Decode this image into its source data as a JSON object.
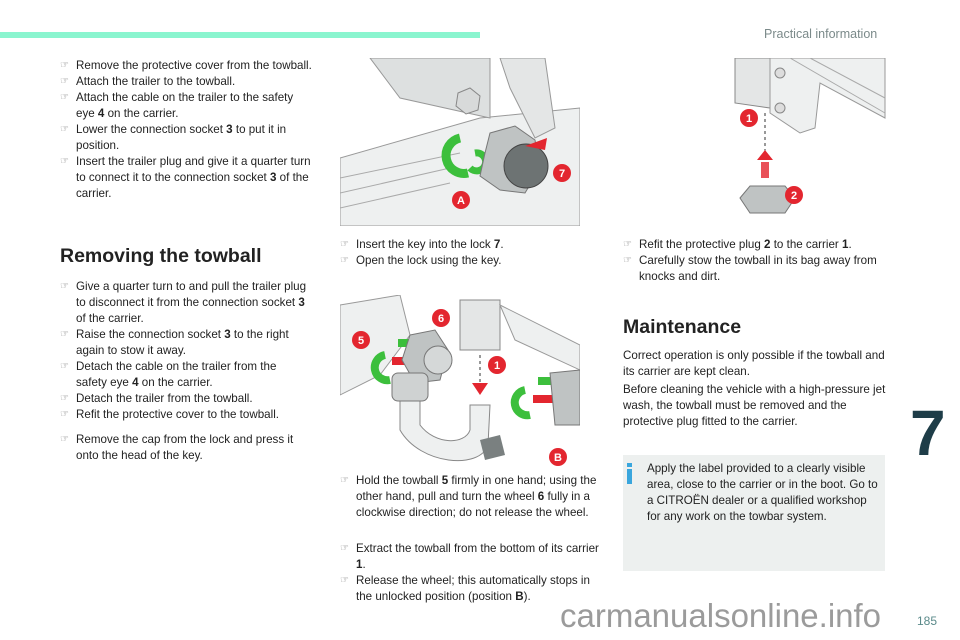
{
  "header": {
    "section_title": "Practical information",
    "accent_color": "#8af5cf"
  },
  "col1": {
    "steps_top": [
      {
        "html": "Remove the protective cover from the towball."
      },
      {
        "html": "Attach the trailer to the towball."
      },
      {
        "html": "Attach the cable on the trailer to the safety eye <b>4</b> on the carrier."
      },
      {
        "html": "Lower the connection socket <b>3</b> to put it in position."
      },
      {
        "html": "Insert the trailer plug and give it a quarter turn to connect it to the connection socket <b>3</b> of the carrier."
      }
    ],
    "heading": "Removing the towball",
    "steps_removing": [
      {
        "html": "Give a quarter turn to and pull the trailer plug to disconnect it from the connection socket <b>3</b> of the carrier."
      },
      {
        "html": "Raise the connection socket <b>3</b> to the right again to stow it away."
      },
      {
        "html": "Detach the cable on the trailer from the safety eye <b>4</b> on the carrier."
      },
      {
        "html": "Detach the trailer from the towball."
      },
      {
        "html": "Refit the protective cover to the towball."
      }
    ],
    "steps_cap": [
      {
        "html": "Remove the cap from the lock and press it onto the head of the key."
      }
    ]
  },
  "col2": {
    "figure1_labels": [
      "7",
      "A"
    ],
    "steps_key": [
      {
        "html": "Insert the key into the lock <b>7</b>."
      },
      {
        "html": "Open the lock using the key."
      }
    ],
    "figure2_labels": [
      "5",
      "6",
      "1",
      "B"
    ],
    "steps_hold": [
      {
        "html": "Hold the towball <b>5</b> firmly in one hand; using the other hand, pull and turn the wheel <b>6</b> fully in a clockwise direction; do not release the wheel."
      }
    ],
    "steps_extract": [
      {
        "html": "Extract the towball from the bottom of its carrier <b>1</b>."
      },
      {
        "html": "Release the wheel; this automatically stops in the unlocked position (position <b>B</b>)."
      }
    ]
  },
  "col3": {
    "figure3_labels": [
      "1",
      "2"
    ],
    "steps_refit": [
      {
        "html": "Refit the protective plug <b>2</b> to the carrier <b>1</b>."
      },
      {
        "html": "Carefully stow the towball in its bag away from knocks and dirt."
      }
    ],
    "heading": "Maintenance",
    "paragraph_1": "Correct operation is only possible if the towball and its carrier are kept clean.",
    "paragraph_2": "Before cleaning the vehicle with a high-pressure jet wash, the towball must be removed and the protective plug fitted to the carrier.",
    "info_icon": "info-icon",
    "info_text": "Apply the label provided to a clearly visible area, close to the carrier or in the boot. Go to a CITROËN dealer or a qualified workshop for any work on the towbar system."
  },
  "footer": {
    "chapter": "7",
    "page_number": "185",
    "watermark": "carmanualsonline.info"
  },
  "colors": {
    "label_red": "#e3262f",
    "turn_green": "#3cbf3c",
    "info_blue": "#3aa6dd",
    "chapter_color": "#1e3d48"
  }
}
